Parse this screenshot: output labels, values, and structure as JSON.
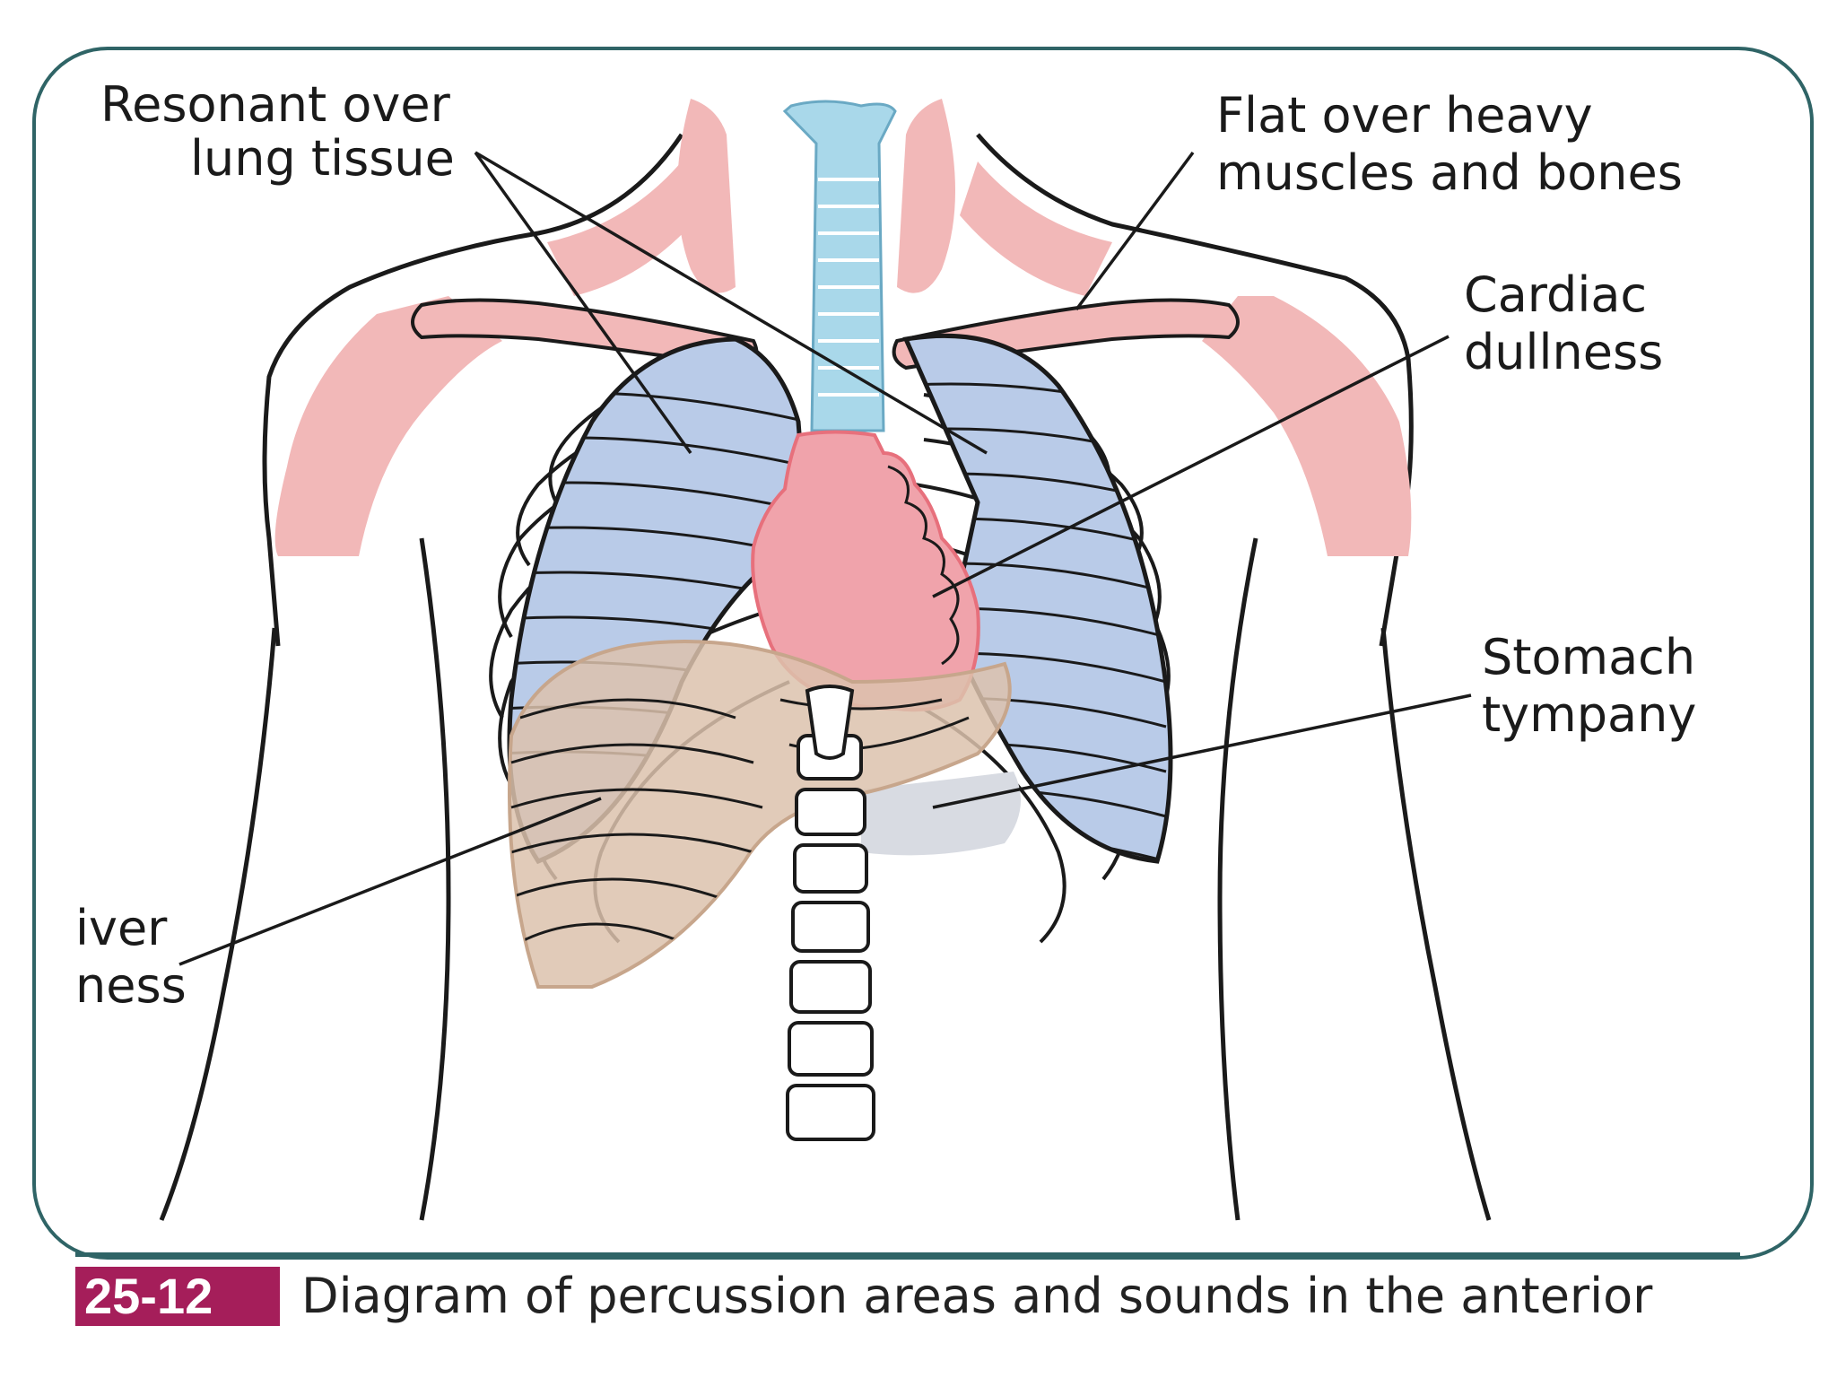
{
  "labels": {
    "resonant_line1": "Resonant over",
    "resonant_line2": "lung tissue",
    "flat_line1": "Flat over heavy",
    "flat_line2": "muscles and bones",
    "cardiac_line1": "Cardiac",
    "cardiac_line2": "dullness",
    "stomach_line1": "Stomach",
    "stomach_line2": "tympany",
    "liver_line1": "iver",
    "liver_line2": "ness"
  },
  "caption": {
    "figure_number": "25-12",
    "text": "Diagram of percussion areas and sounds in the anterior"
  },
  "colors": {
    "frame": "#2f6466",
    "figure_badge": "#a51e5a",
    "lung": "#b9cbe8",
    "heart": "#f0a3ab",
    "muscle": "#f2b8b8",
    "liver": "#dcc2ad",
    "trachea": "#a9d8ea"
  }
}
